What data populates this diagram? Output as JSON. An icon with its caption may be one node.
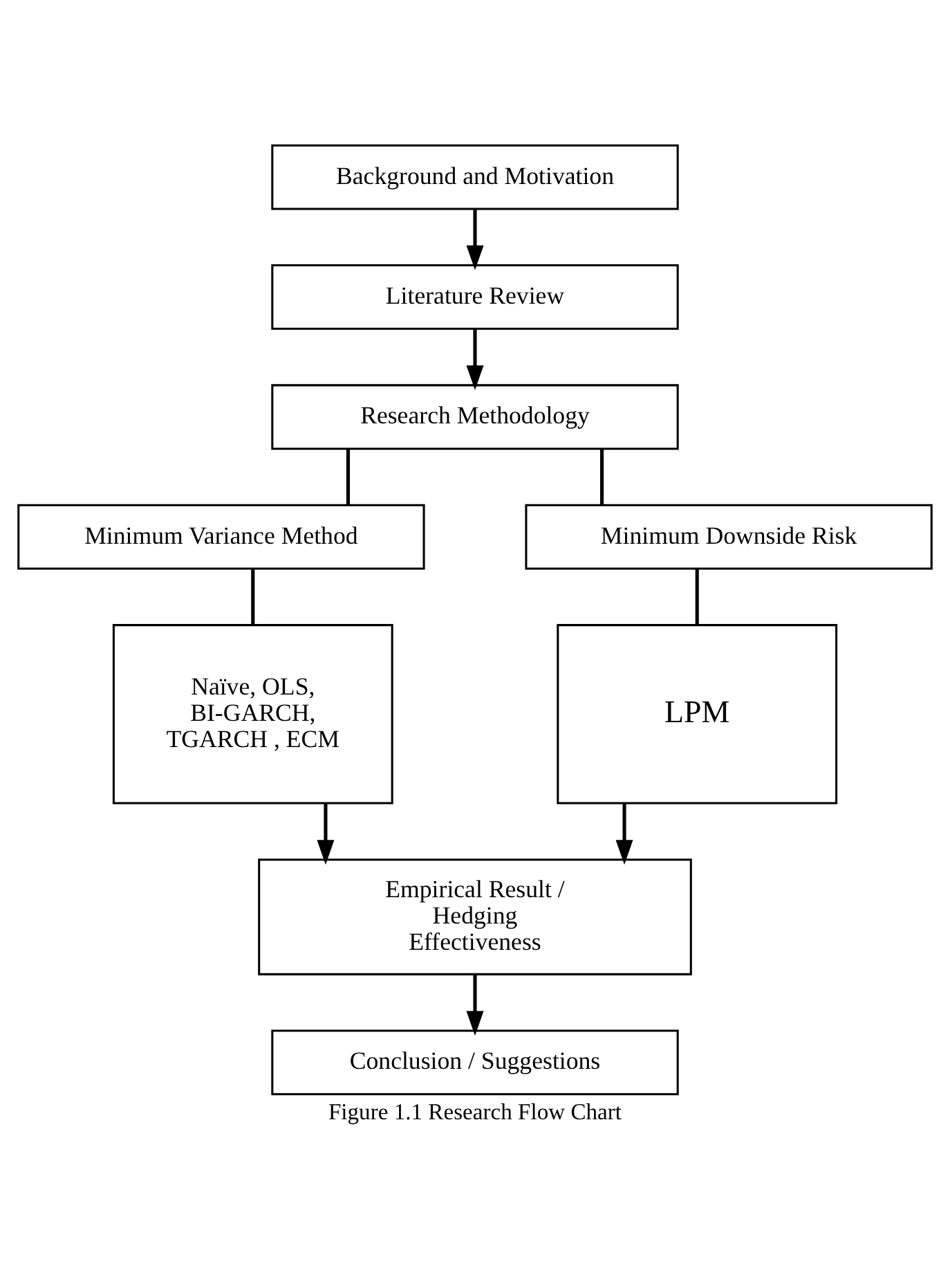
{
  "diagram": {
    "caption": "Figure 1.1 Research Flow Chart",
    "nodes": [
      {
        "text": [
          "Background and Motivation"
        ]
      },
      {
        "text": [
          "Literature Review"
        ]
      },
      {
        "text": [
          "Research Methodology"
        ]
      },
      {
        "text": [
          "Minimum Variance Method"
        ]
      },
      {
        "text": [
          "Minimum Downside Risk"
        ]
      },
      {
        "text": [
          "Naïve, OLS, BI-GARCH, TGARCH , ECM"
        ]
      },
      {
        "text": [
          "LPM"
        ]
      },
      {
        "text": [
          "Empirical Result / Hedging Effectiveness"
        ]
      },
      {
        "text": [
          "Conclusion / Suggestions"
        ]
      }
    ],
    "edges": [
      {
        "from": 0,
        "to": 1,
        "arrow": "to"
      },
      {
        "from": 1,
        "to": 2,
        "arrow": "to"
      },
      {
        "from": 2,
        "to": 3,
        "arrow": "none"
      },
      {
        "from": 2,
        "to": 4,
        "arrow": "none"
      },
      {
        "from": 3,
        "to": 5,
        "arrow": "none"
      },
      {
        "from": 4,
        "to": 6,
        "arrow": "none"
      },
      {
        "from": 5,
        "to": 7,
        "arrow": "to"
      },
      {
        "from": 6,
        "to": 7,
        "arrow": "to"
      },
      {
        "from": 7,
        "to": 8,
        "arrow": "to"
      }
    ]
  }
}
